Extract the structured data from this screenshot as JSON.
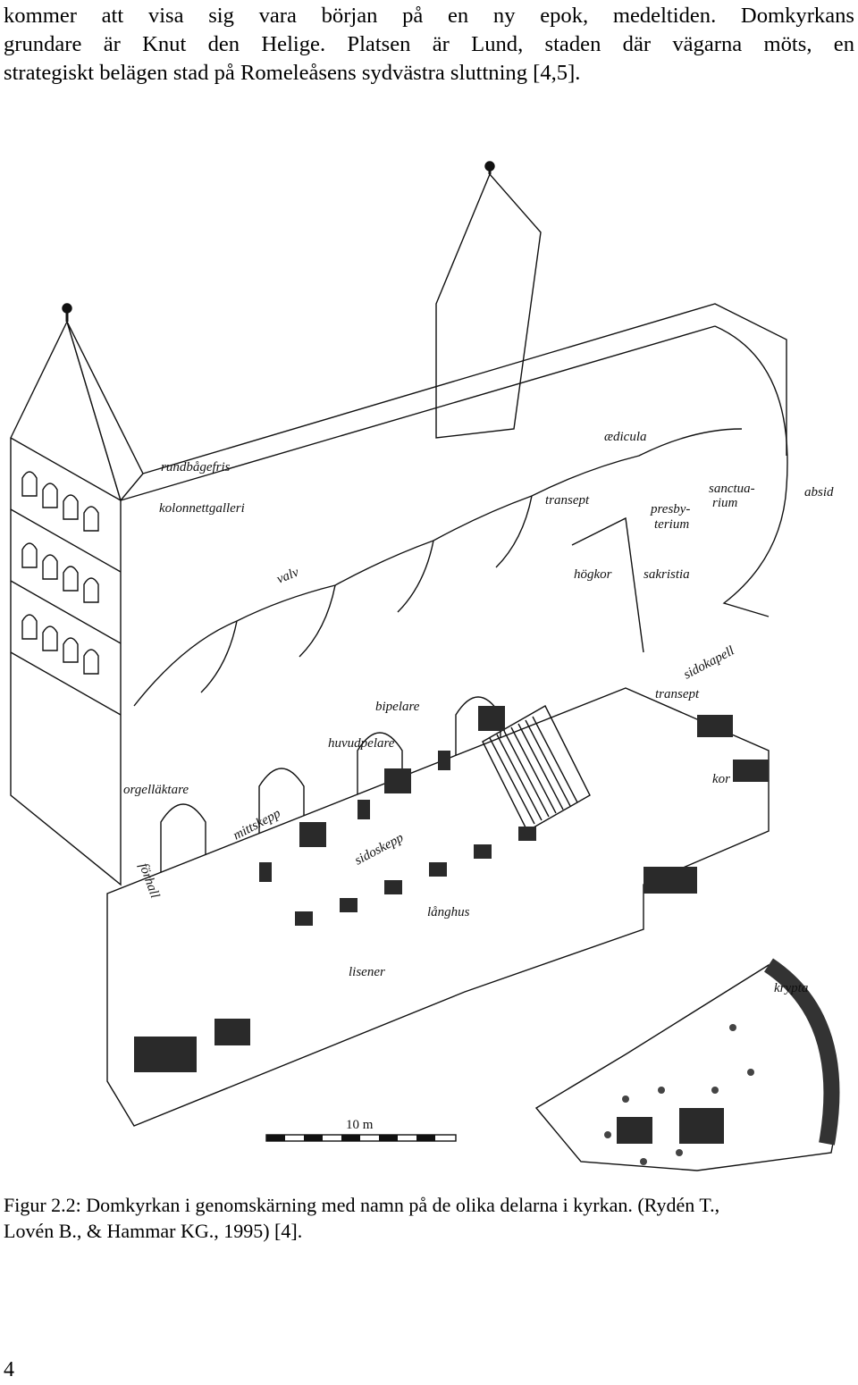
{
  "body_text": {
    "lines": [
      "kommer att visa sig vara början på en ny epok, medeltiden. Domkyrkans",
      "grundare är Knut den Helige. Platsen är Lund, staden där vägarna möts, en",
      "strategiskt belägen stad på Romeleåsens sydvästra sluttning [4,5]."
    ]
  },
  "figure": {
    "labels": {
      "rundbagefris": "rundbågefris",
      "kolonnettgalleri": "kolonnettgalleri",
      "valv": "valv",
      "aedicula": "ædicula",
      "transept_top": "transept",
      "presbyterium_1": "presby-",
      "presbyterium_2": "terium",
      "sanctuarium_1": "sanctua-",
      "sanctuarium_2": "rium",
      "absid": "absid",
      "hogkor": "högkor",
      "sakristia": "sakristia",
      "sidokapell": "sidokapell",
      "transept_bottom": "transept",
      "bipelare": "bipelare",
      "huvudpelare": "huvudpelare",
      "orgellaktare": "orgelläktare",
      "mittskepp": "mittskepp",
      "sidoskepp": "sidoskepp",
      "forhall": "förhall",
      "kor": "kor",
      "langhus": "långhus",
      "lisener": "lisener",
      "krypta": "krypta"
    },
    "scale_label": "10 m"
  },
  "caption": {
    "line1": "Figur 2.2: Domkyrkan i genomskärning med namn på de olika delarna i kyrkan. (Rydén T.,",
    "line2": "Lovén B., & Hammar KG., 1995) [4]."
  },
  "page_number": "4"
}
